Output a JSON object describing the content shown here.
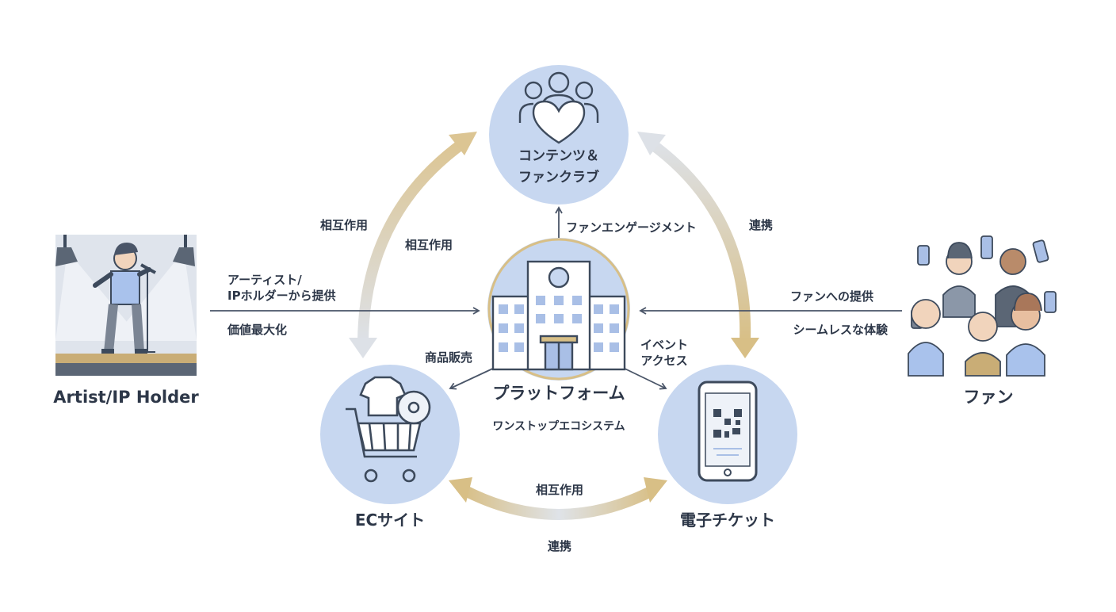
{
  "nodes": {
    "content": {
      "label_line1": "コンテンツ＆",
      "label_line2": "ファンクラブ",
      "icon": "fans-heart-icon"
    },
    "ec": {
      "label": "ECサイト",
      "icon": "shopping-cart-icon"
    },
    "ticket": {
      "label": "電子チケット",
      "icon": "smartphone-qr-icon"
    },
    "platform": {
      "label": "プラットフォーム",
      "sublabel": "ワンストップエコシステム",
      "icon": "building-icon"
    },
    "artist": {
      "label": "Artist/IP Holder",
      "icon": "singer-on-stage-icon"
    },
    "fans": {
      "label": "ファン",
      "icon": "fan-crowd-icon"
    }
  },
  "edges": {
    "left_outer": "相互作用",
    "left_inner": "相互作用",
    "right_outer": "連携",
    "bottom_top": "相互作用",
    "bottom_bottom": "連携",
    "to_content": "ファンエンゲージメント",
    "to_ec": "商品販売",
    "to_ticket_line1": "イベント",
    "to_ticket_line2": "アクセス",
    "artist_line1": "アーティスト/",
    "artist_line2": "IPホルダーから提供",
    "artist_line3": "価値最大化",
    "fans_line1": "ファンへの提供",
    "fans_line2": "シームレスな体験"
  },
  "colors": {
    "circle_fill": "#c7d7f0",
    "icon_stroke": "#3d4a5c",
    "arrow_gold": "#d8c08a",
    "arrow_gray": "#d9dde3",
    "line": "#4a5568"
  }
}
